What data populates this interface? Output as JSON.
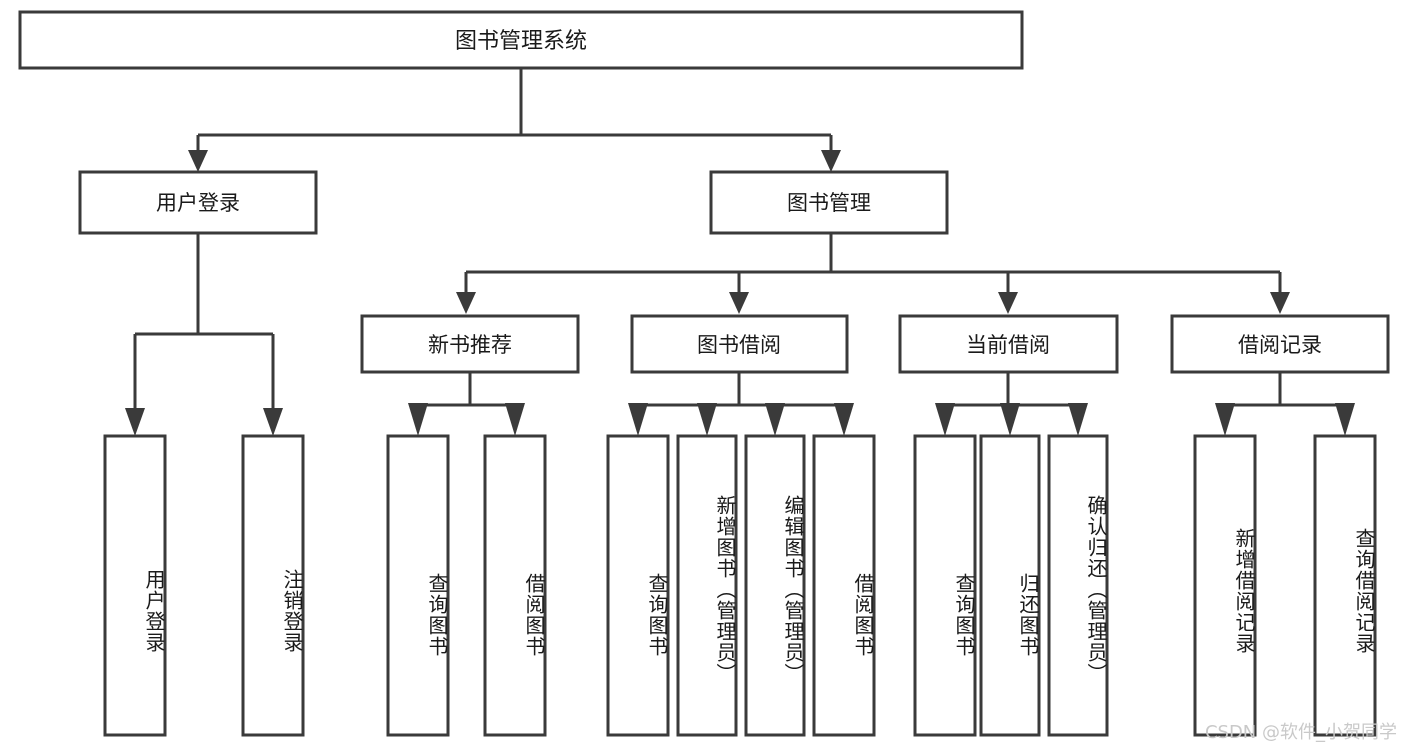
{
  "diagram": {
    "type": "tree-hierarchy",
    "title": "图书管理系统",
    "root": {
      "label": "图书管理系统"
    },
    "level2": [
      {
        "id": "user-login",
        "label": "用户登录"
      },
      {
        "id": "book-manage",
        "label": "图书管理"
      }
    ],
    "level3": [
      {
        "id": "new-book-recommend",
        "label": "新书推荐",
        "parent": "book-manage"
      },
      {
        "id": "book-borrow",
        "label": "图书借阅",
        "parent": "book-manage"
      },
      {
        "id": "current-borrow",
        "label": "当前借阅",
        "parent": "book-manage"
      },
      {
        "id": "borrow-record",
        "label": "借阅记录",
        "parent": "book-manage"
      }
    ],
    "leaves": [
      {
        "id": "leaf-user-login",
        "label": "用户登录",
        "parent": "user-login"
      },
      {
        "id": "leaf-user-logout",
        "label": "注销登录",
        "parent": "user-login"
      },
      {
        "id": "leaf-query-book-1",
        "label": "查询图书",
        "parent": "new-book-recommend"
      },
      {
        "id": "leaf-borrow-book-1",
        "label": "借阅图书",
        "parent": "new-book-recommend"
      },
      {
        "id": "leaf-query-book-2",
        "label": "查询图书",
        "parent": "book-borrow"
      },
      {
        "id": "leaf-add-book",
        "label": "新增图书（管理员）",
        "parent": "book-borrow"
      },
      {
        "id": "leaf-edit-book",
        "label": "编辑图书（管理员）",
        "parent": "book-borrow"
      },
      {
        "id": "leaf-borrow-book-2",
        "label": "借阅图书",
        "parent": "book-borrow"
      },
      {
        "id": "leaf-query-book-3",
        "label": "查询图书",
        "parent": "current-borrow"
      },
      {
        "id": "leaf-return-book",
        "label": "归还图书",
        "parent": "current-borrow"
      },
      {
        "id": "leaf-confirm-return",
        "label": "确认归还（管理员）",
        "parent": "current-borrow"
      },
      {
        "id": "leaf-add-record",
        "label": "新增借阅记录",
        "parent": "borrow-record"
      },
      {
        "id": "leaf-query-record",
        "label": "查询借阅记录",
        "parent": "borrow-record"
      }
    ]
  },
  "watermark": {
    "text": "CSDN @软件_小贺同学"
  },
  "colors": {
    "stroke": "#3a3a3a",
    "background": "#ffffff",
    "text": "#1a1a1a",
    "watermark": "#c9c9c9"
  }
}
